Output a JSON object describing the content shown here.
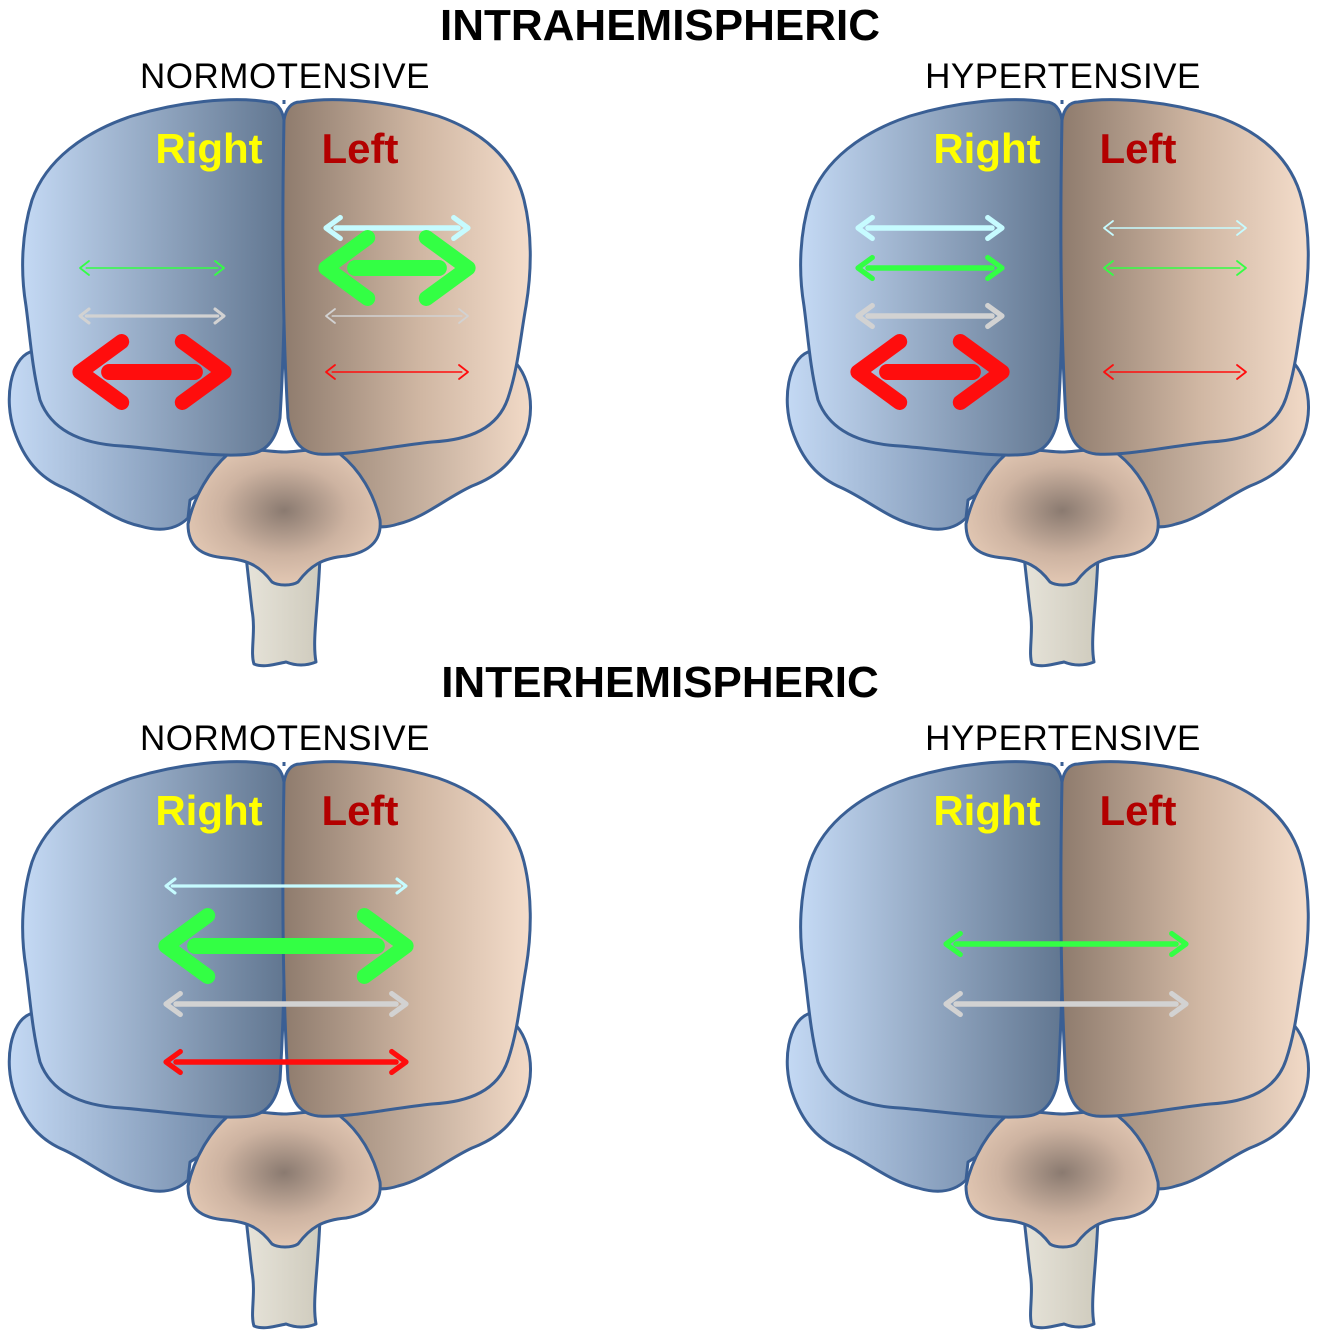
{
  "colors": {
    "right_label": "#ffff00",
    "left_label": "#b30000",
    "outline": "#3a5f94",
    "connection_types": [
      "#c6fbff",
      "#33ff44",
      "#d2d2d2",
      "#ff0d0d"
    ]
  },
  "sections": [
    {
      "title": "INTRAHEMISPHERIC",
      "kind": "intra",
      "panels": [
        {
          "condition": "NORMOTENSIVE",
          "right_label": "Right",
          "left_label": "Left",
          "right_hemisphere_strength": [
            0,
            1,
            2,
            5
          ],
          "left_hemisphere_strength": [
            3,
            5,
            1,
            1
          ]
        },
        {
          "condition": "HYPERTENSIVE",
          "right_label": "Right",
          "left_label": "Left",
          "right_hemisphere_strength": [
            3,
            3,
            3,
            5
          ],
          "left_hemisphere_strength": [
            1,
            1,
            0,
            1
          ]
        }
      ]
    },
    {
      "title": "INTERHEMISPHERIC",
      "kind": "inter",
      "panels": [
        {
          "condition": "NORMOTENSIVE",
          "right_label": "Right",
          "left_label": "Left",
          "interhemispheric_strength": [
            2,
            5,
            3,
            3
          ]
        },
        {
          "condition": "HYPERTENSIVE",
          "right_label": "Right",
          "left_label": "Left",
          "interhemispheric_strength": [
            0,
            3,
            3,
            0
          ]
        }
      ]
    }
  ]
}
